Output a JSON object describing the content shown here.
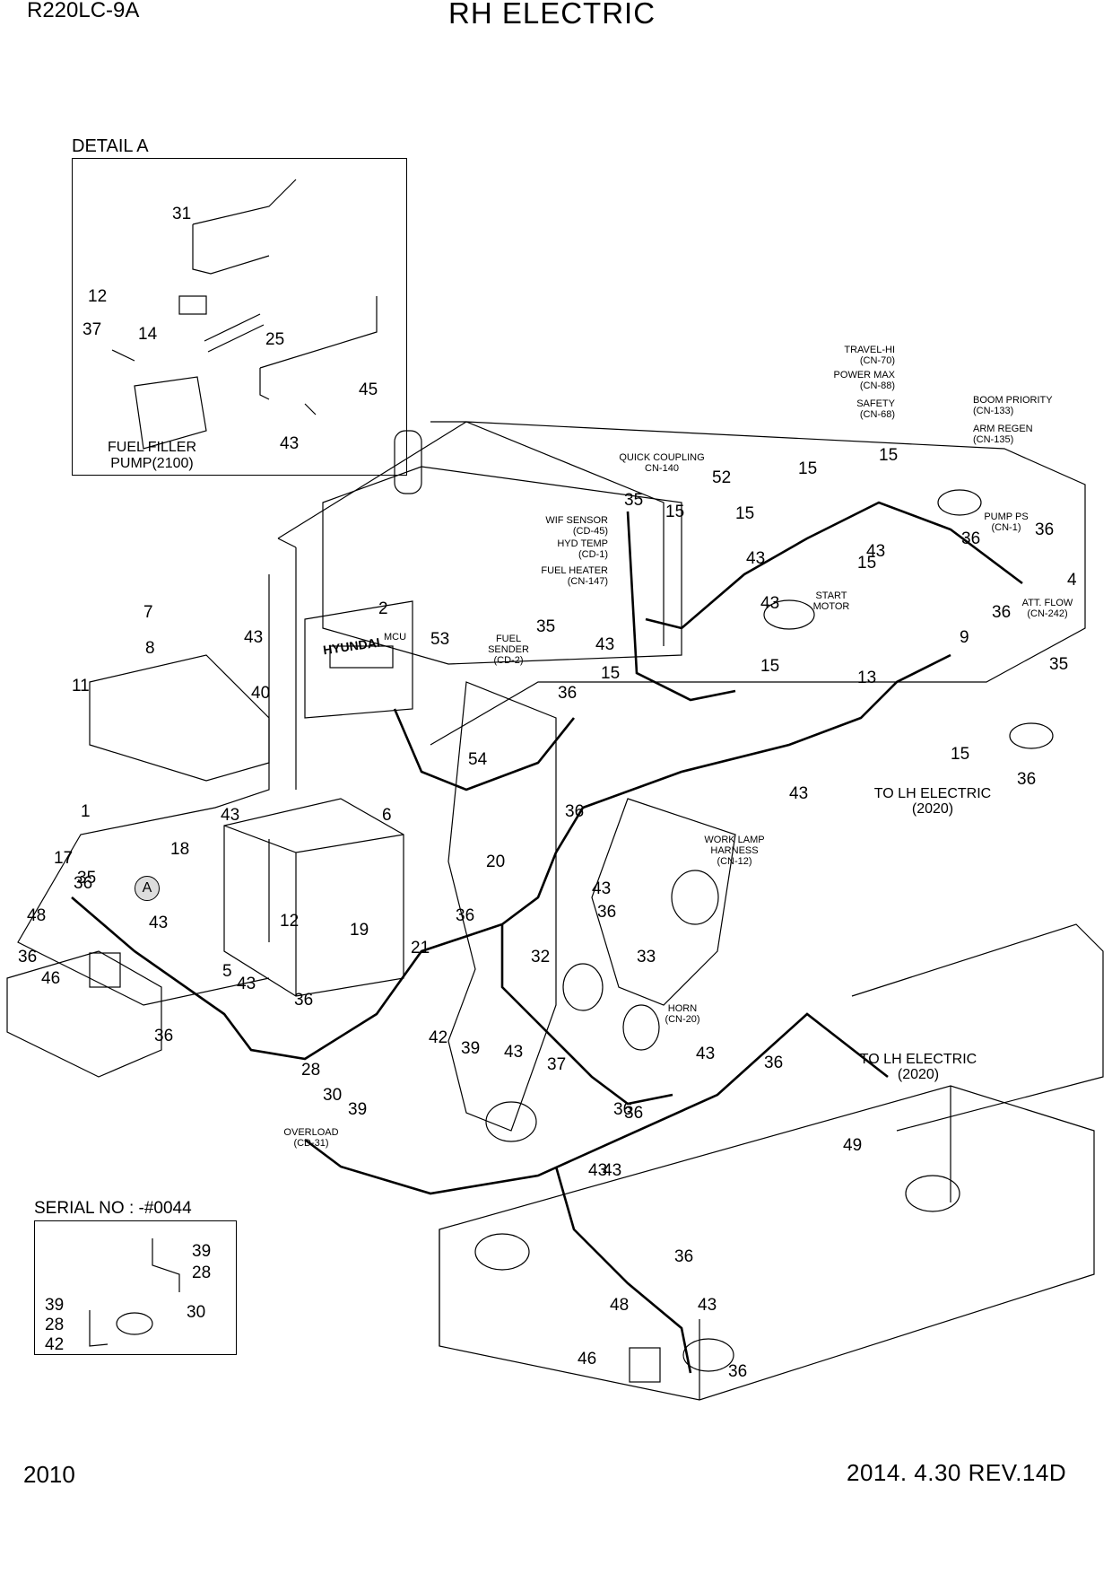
{
  "header": {
    "model": "R220LC-9A",
    "title": "RH ELECTRIC"
  },
  "footer": {
    "page_number": "2010",
    "revision": "2014. 4.30  REV.14D"
  },
  "detail_a": {
    "label": "DETAIL  A",
    "callouts": [
      "31",
      "12",
      "37",
      "14",
      "25",
      "45",
      "43"
    ],
    "notes": [
      "FUEL FILLER",
      "PUMP(2100)"
    ]
  },
  "serial_inset": {
    "label": "SERIAL NO : -#0044",
    "callouts": [
      "39",
      "28",
      "30",
      "39",
      "28",
      "42"
    ]
  },
  "connectors": {
    "travel_hi": [
      "TRAVEL-HI",
      "(CN-70)"
    ],
    "power_max": [
      "POWER MAX",
      "(CN-88)"
    ],
    "safety": [
      "SAFETY",
      "(CN-68)"
    ],
    "boom_priority": [
      "BOOM PRIORITY",
      "(CN-133)"
    ],
    "arm_regen": [
      "ARM REGEN",
      "(CN-135)"
    ],
    "quick_coupling": [
      "QUICK COUPLING",
      "CN-140"
    ],
    "wif_sensor": [
      "WIF SENSOR",
      "(CD-45)"
    ],
    "hyd_temp": [
      "HYD TEMP",
      "(CD-1)"
    ],
    "fuel_heater": [
      "FUEL HEATER",
      "(CN-147)"
    ],
    "pump_ps": [
      "PUMP PS",
      "(CN-1)"
    ],
    "start_motor": [
      "START",
      "MOTOR"
    ],
    "att_flow": [
      "ATT. FLOW",
      "(CN-242)"
    ],
    "fuel_sender": [
      "FUEL",
      "SENDER",
      "(CD-2)"
    ],
    "work_lamp": [
      "WORK LAMP",
      "HARNESS",
      "(CN-12)"
    ],
    "horn": [
      "HORN",
      "(CN-20)"
    ],
    "overload": [
      "OVERLOAD",
      "(CD-31)"
    ],
    "to_lh_1": [
      "TO LH ELECTRIC",
      "(2020)"
    ],
    "to_lh_2": [
      "TO LH ELECTRIC",
      "(2020)"
    ],
    "mcu": "MCU",
    "brand": "HYUNDAI",
    "detail_marker": "A"
  },
  "callouts": [
    "2",
    "7",
    "8",
    "43",
    "11",
    "40",
    "53",
    "35",
    "43",
    "15",
    "36",
    "54",
    "52",
    "35",
    "15",
    "15",
    "15",
    "15",
    "43",
    "43",
    "15",
    "36",
    "43",
    "15",
    "36",
    "4",
    "36",
    "9",
    "35",
    "13",
    "15",
    "36",
    "43",
    "1",
    "43",
    "6",
    "18",
    "17",
    "35",
    "36",
    "36",
    "43",
    "48",
    "36",
    "12",
    "19",
    "5",
    "43",
    "46",
    "36",
    "20",
    "36",
    "43",
    "36",
    "21",
    "36",
    "32",
    "33",
    "42",
    "39",
    "43",
    "43",
    "36",
    "28",
    "30",
    "39",
    "37",
    "36",
    "43",
    "36",
    "49",
    "43",
    "36",
    "48",
    "43",
    "46",
    "36"
  ]
}
